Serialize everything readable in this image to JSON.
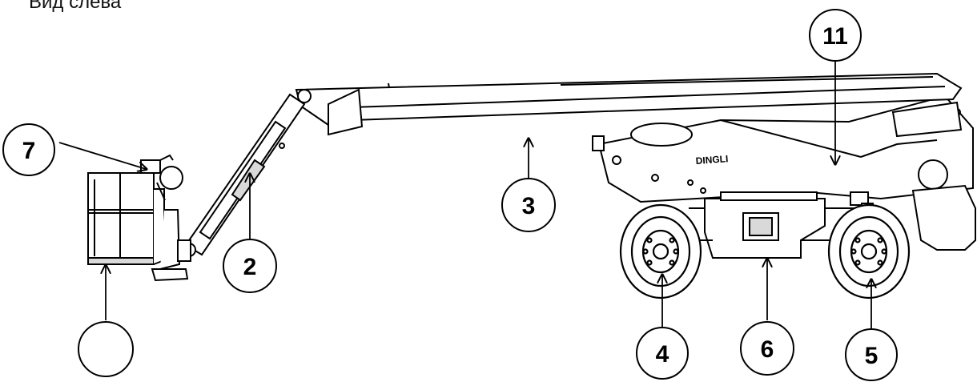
{
  "view_label": "Вид слева",
  "brand_mark": "DINGLI",
  "callouts": [
    {
      "id": "c7",
      "label": "7"
    },
    {
      "id": "c2",
      "label": "2"
    },
    {
      "id": "c3",
      "label": "3"
    },
    {
      "id": "c11",
      "label": "11"
    },
    {
      "id": "c4",
      "label": "4"
    },
    {
      "id": "c6",
      "label": "6"
    },
    {
      "id": "c5",
      "label": "5"
    },
    {
      "id": "c1",
      "label": ""
    }
  ],
  "colors": {
    "ink": "#000000",
    "fill": "#ffffff",
    "shade": "#d9d9d9"
  }
}
